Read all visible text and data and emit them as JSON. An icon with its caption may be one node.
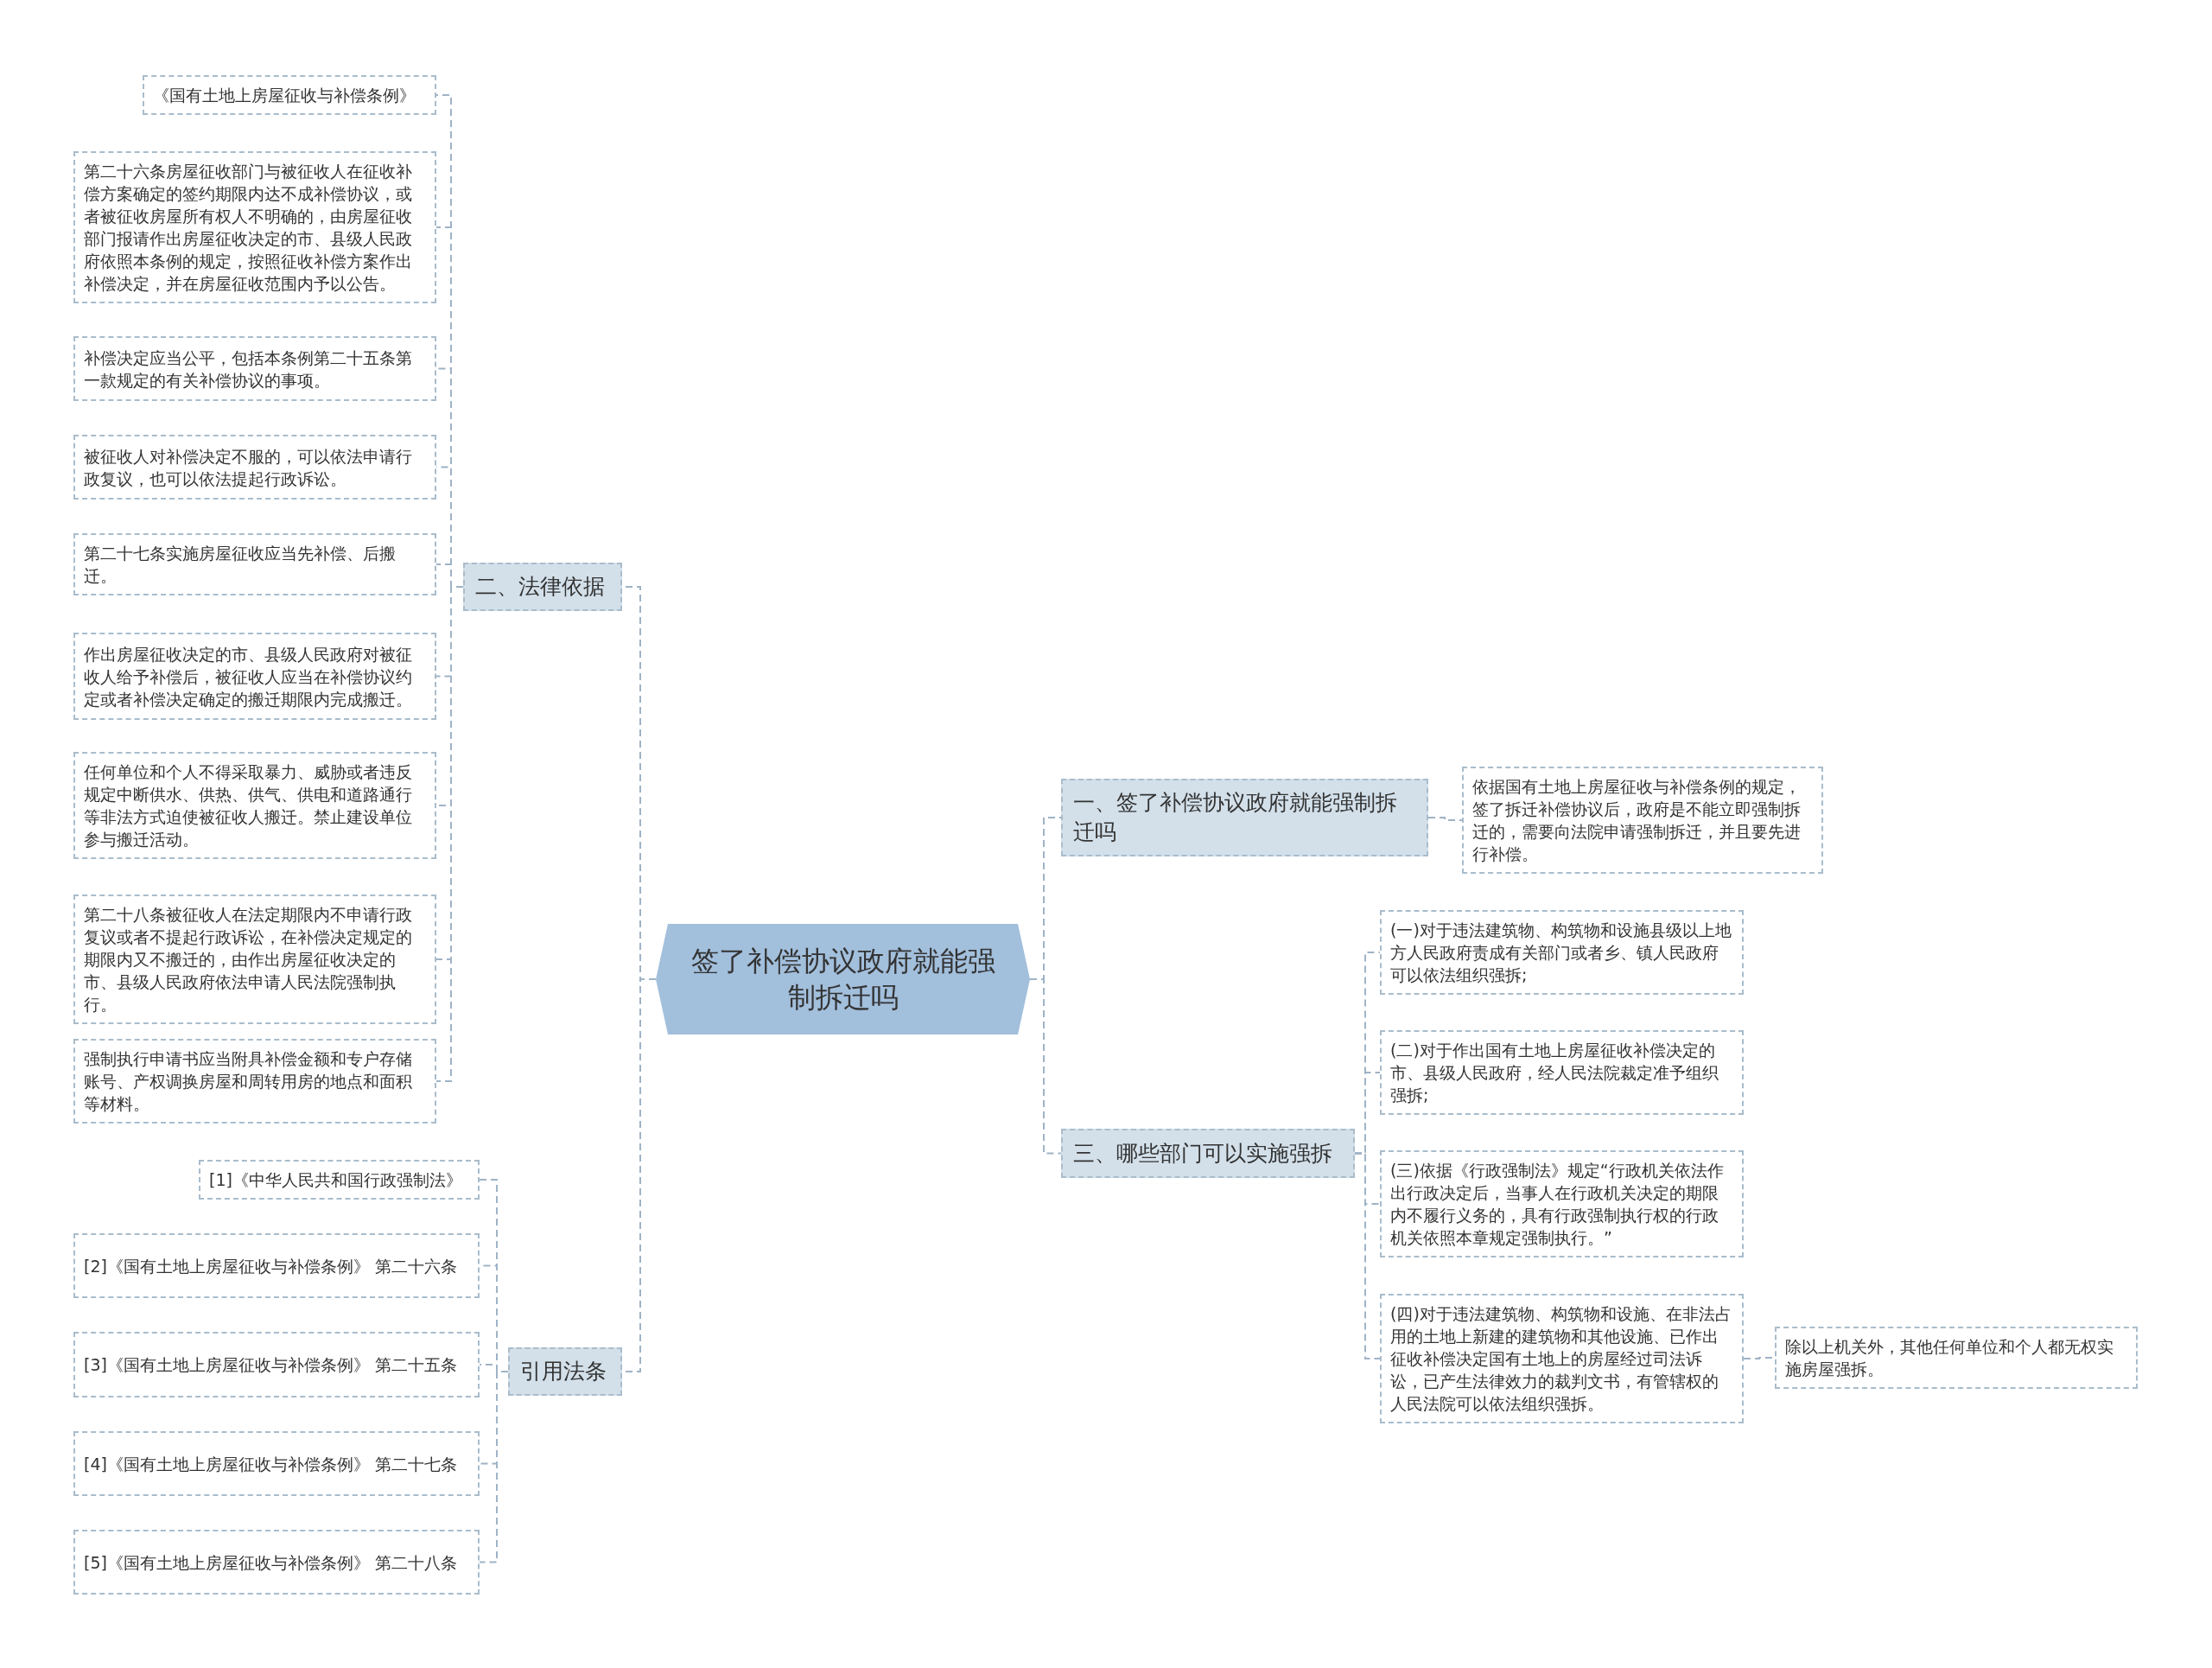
{
  "diagram": {
    "nodes": [
      {
        "text": [
          "签了补偿协议政府就能强制拆迁吗"
        ]
      },
      {
        "text": [
          "二、法律依据"
        ]
      },
      {
        "text": [
          "《国有土地上房屋征收与补偿条例》"
        ]
      },
      {
        "text": [
          "第二十六条房屋征收部门与被征收人在征收补偿方案确定的签约期限内达不成补偿协议，或者被征收房屋所有权人不明确的，由房屋征收部门报请作出房屋征收决定的市、县级人民政府依照本条例的规定，按照征收补偿方案作出补偿决定，并在房屋征收范围内予以公告。"
        ]
      },
      {
        "text": [
          "补偿决定应当公平，包括本条例第二十五条第一款规定的有关补偿协议的事项。"
        ]
      },
      {
        "text": [
          "被征收人对补偿决定不服的，可以依法申请行政复议，也可以依法提起行政诉讼。"
        ]
      },
      {
        "text": [
          "第二十七条实施房屋征收应当先补偿、后搬迁。"
        ]
      },
      {
        "text": [
          "作出房屋征收决定的市、县级人民政府对被征收人给予补偿后，被征收人应当在补偿协议约定或者补偿决定确定的搬迁期限内完成搬迁。"
        ]
      },
      {
        "text": [
          "任何单位和个人不得采取暴力、威胁或者违反规定中断供水、供热、供气、供电和道路通行等非法方式迫使被征收人搬迁。禁止建设单位参与搬迁活动。"
        ]
      },
      {
        "text": [
          "第二十八条被征收人在法定期限内不申请行政复议或者不提起行政诉讼，在补偿决定规定的期限内又不搬迁的，由作出房屋征收决定的市、县级人民政府依法申请人民法院强制执行。"
        ]
      },
      {
        "text": [
          "强制执行申请书应当附具补偿金额和专户存储账号、产权调换房屋和周转用房的地点和面积等材料。"
        ]
      },
      {
        "text": [
          "引用法条"
        ]
      },
      {
        "text": [
          "[1]《中华人民共和国行政强制法》"
        ]
      },
      {
        "text": [
          "[2]《国有土地上房屋征收与补偿条例》 第二十六条"
        ]
      },
      {
        "text": [
          "[3]《国有土地上房屋征收与补偿条例》 第二十五条"
        ]
      },
      {
        "text": [
          "[4]《国有土地上房屋征收与补偿条例》 第二十七条"
        ]
      },
      {
        "text": [
          "[5]《国有土地上房屋征收与补偿条例》 第二十八条"
        ]
      },
      {
        "text": [
          "一、签了补偿协议政府就能强制拆迁吗"
        ]
      },
      {
        "text": [
          "依据国有土地上房屋征收与补偿条例的规定，签了拆迁补偿协议后，政府是不能立即强制拆迁的，需要向法院申请强制拆迁，并且要先进行补偿。"
        ]
      },
      {
        "text": [
          "三、哪些部门可以实施强拆"
        ]
      },
      {
        "text": [
          "(一)对于违法建筑物、构筑物和设施县级以上地方人民政府责成有关部门或者乡、镇人民政府可以依法组织强拆;"
        ]
      },
      {
        "text": [
          "(二)对于作出国有土地上房屋征收补偿决定的市、县级人民政府，经人民法院裁定准予组织强拆;"
        ]
      },
      {
        "text": [
          "(三)依据《行政强制法》规定“行政机关依法作出行政决定后，当事人在行政机关决定的期限内不履行义务的，具有行政强制执行权的行政机关依照本章规定强制执行。”"
        ]
      },
      {
        "text": [
          "(四)对于违法建筑物、构筑物和设施、在非法占用的土地上新建的建筑物和其他设施、已作出征收补偿决定国有土地上的房屋经过司法诉讼，已产生法律效力的裁判文书，有管辖权的人民法院可以依法组织强拆。"
        ]
      },
      {
        "text": [
          "除以上机关外，其他任何单位和个人都无权实施房屋强拆。"
        ]
      }
    ],
    "edges": [
      {
        "from": 0,
        "to": 1,
        "arrow": "none"
      },
      {
        "from": 1,
        "to": 2,
        "arrow": "none"
      },
      {
        "from": 1,
        "to": 3,
        "arrow": "none"
      },
      {
        "from": 1,
        "to": 4,
        "arrow": "none"
      },
      {
        "from": 1,
        "to": 5,
        "arrow": "none"
      },
      {
        "from": 1,
        "to": 6,
        "arrow": "none"
      },
      {
        "from": 1,
        "to": 7,
        "arrow": "none"
      },
      {
        "from": 1,
        "to": 8,
        "arrow": "none"
      },
      {
        "from": 1,
        "to": 9,
        "arrow": "none"
      },
      {
        "from": 1,
        "to": 10,
        "arrow": "none"
      },
      {
        "from": 0,
        "to": 11,
        "arrow": "none"
      },
      {
        "from": 11,
        "to": 12,
        "arrow": "none"
      },
      {
        "from": 11,
        "to": 13,
        "arrow": "none"
      },
      {
        "from": 11,
        "to": 14,
        "arrow": "none"
      },
      {
        "from": 11,
        "to": 15,
        "arrow": "none"
      },
      {
        "from": 11,
        "to": 16,
        "arrow": "none"
      },
      {
        "from": 0,
        "to": 17,
        "arrow": "none"
      },
      {
        "from": 17,
        "to": 18,
        "arrow": "none"
      },
      {
        "from": 0,
        "to": 19,
        "arrow": "none"
      },
      {
        "from": 19,
        "to": 20,
        "arrow": "none"
      },
      {
        "from": 19,
        "to": 21,
        "arrow": "none"
      },
      {
        "from": 19,
        "to": 22,
        "arrow": "none"
      },
      {
        "from": 19,
        "to": 23,
        "arrow": "none"
      },
      {
        "from": 23,
        "to": 24,
        "arrow": "none"
      }
    ]
  }
}
